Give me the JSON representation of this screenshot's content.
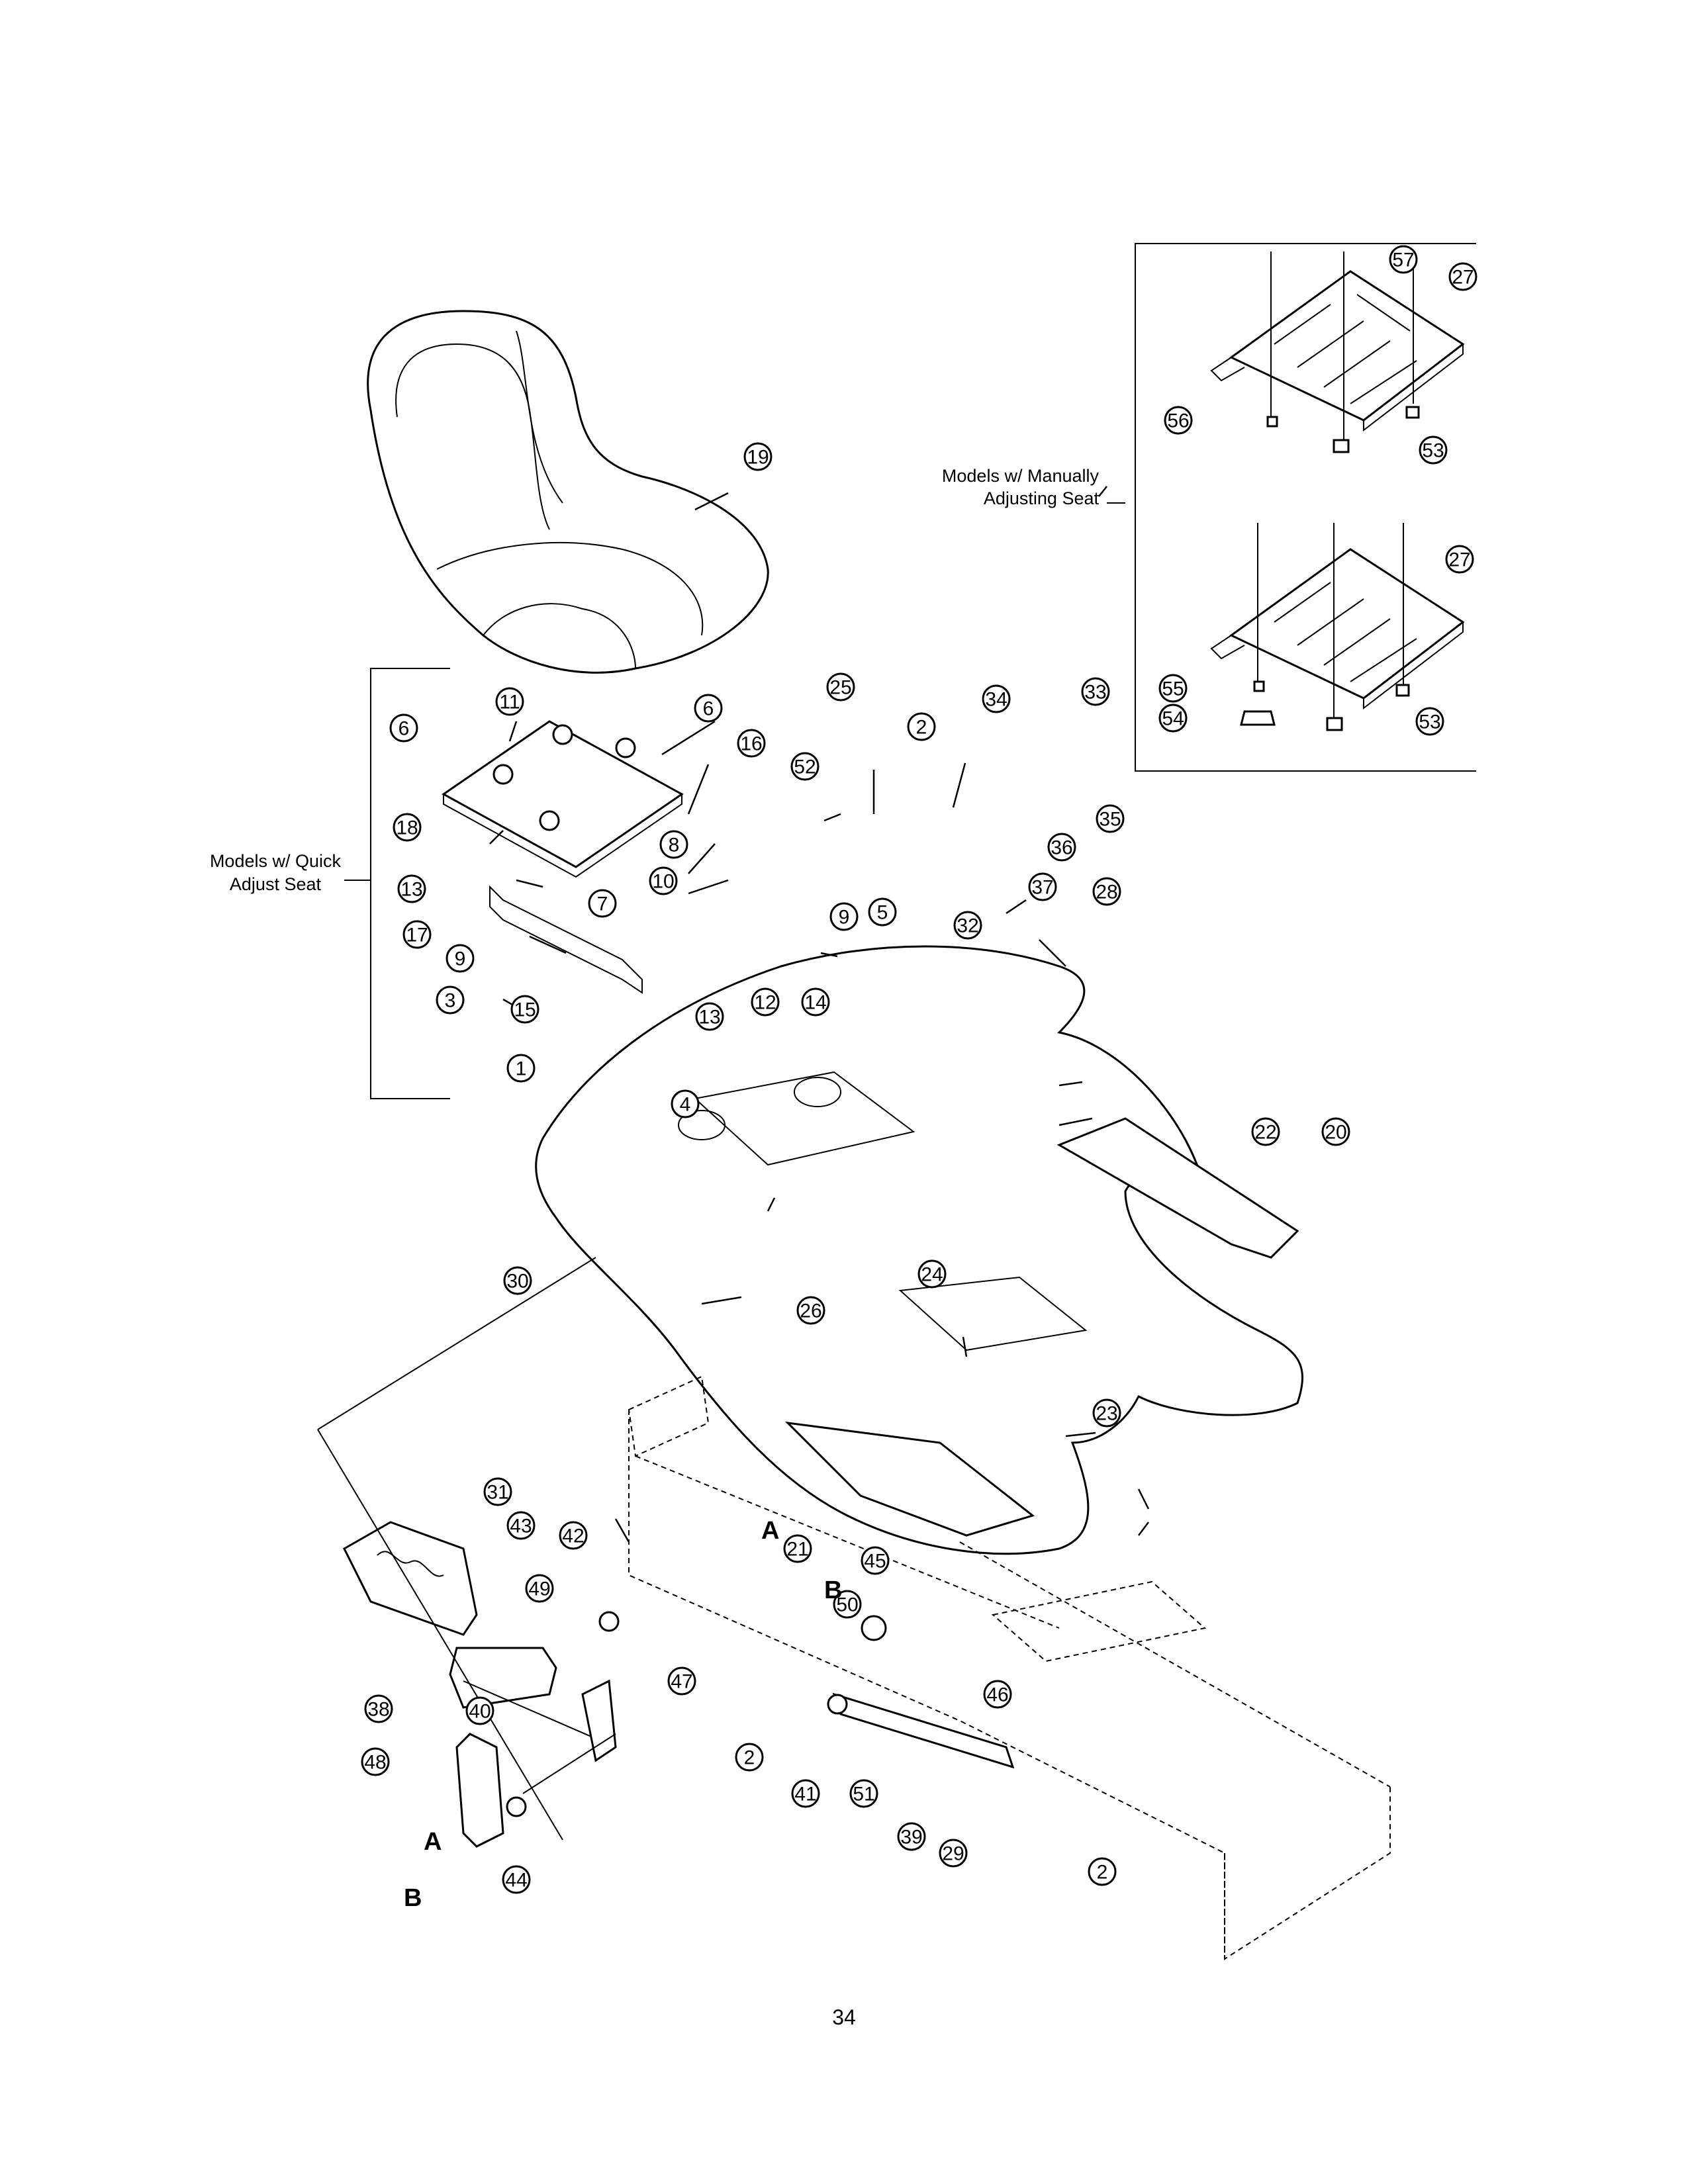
{
  "labels": {
    "manual_seat": [
      "Models w/ Manually",
      "Adjusting Seat"
    ],
    "quick_seat": [
      "Models w/ Quick",
      "Adjust Seat"
    ]
  },
  "reference_letters": [
    "A",
    "B",
    "A",
    "B"
  ],
  "page_number": "34",
  "callouts": [
    "57",
    "27",
    "56",
    "53",
    "19",
    "27",
    "55",
    "54",
    "53",
    "25",
    "2",
    "34",
    "33",
    "11",
    "6",
    "6",
    "16",
    "52",
    "18",
    "8",
    "35",
    "10",
    "36",
    "13",
    "5",
    "9",
    "32",
    "7",
    "37",
    "28",
    "17",
    "9",
    "14",
    "12",
    "13",
    "3",
    "15",
    "1",
    "4",
    "22",
    "20",
    "30",
    "26",
    "24",
    "23",
    "31",
    "43",
    "42",
    "21",
    "45",
    "49",
    "50",
    "47",
    "38",
    "40",
    "46",
    "48",
    "2",
    "41",
    "51",
    "39",
    "44",
    "29",
    "2"
  ]
}
